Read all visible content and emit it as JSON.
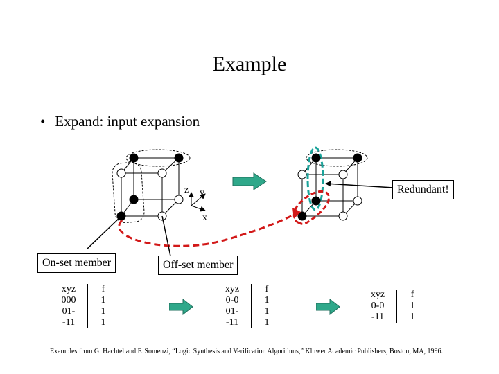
{
  "slide": {
    "title": "Example",
    "bullet": "Expand: input expansion",
    "bullet_marker": "•"
  },
  "diagram": {
    "axis_z": "z",
    "axis_y": "y",
    "axis_x": "x",
    "redundant_label": "Redundant!",
    "onset_label": "On-set member",
    "offset_label": "Off-set member",
    "colors": {
      "arrow_fill": "#2fa88a",
      "red_loop": "#d21818",
      "teal_loop": "#1aa39a",
      "vertex_on": "#000000",
      "vertex_off": "#ffffff"
    }
  },
  "tables": [
    {
      "headers": [
        "xyz",
        "f"
      ],
      "rows": [
        [
          "000",
          "1"
        ],
        [
          "01-",
          "1"
        ],
        [
          "-11",
          "1"
        ]
      ]
    },
    {
      "headers": [
        "xyz",
        "f"
      ],
      "rows": [
        [
          "0-0",
          "1"
        ],
        [
          "01-",
          "1"
        ],
        [
          "-11",
          "1"
        ]
      ]
    },
    {
      "headers": [
        "xyz",
        "f"
      ],
      "rows": [
        [
          "0-0",
          "1"
        ],
        [
          "-11",
          "1"
        ]
      ]
    }
  ],
  "footnote": "Examples from G. Hachtel and F. Somenzi, “Logic Synthesis and Verification Algorithms,” Kluwer Academic Publishers, Boston, MA, 1996."
}
